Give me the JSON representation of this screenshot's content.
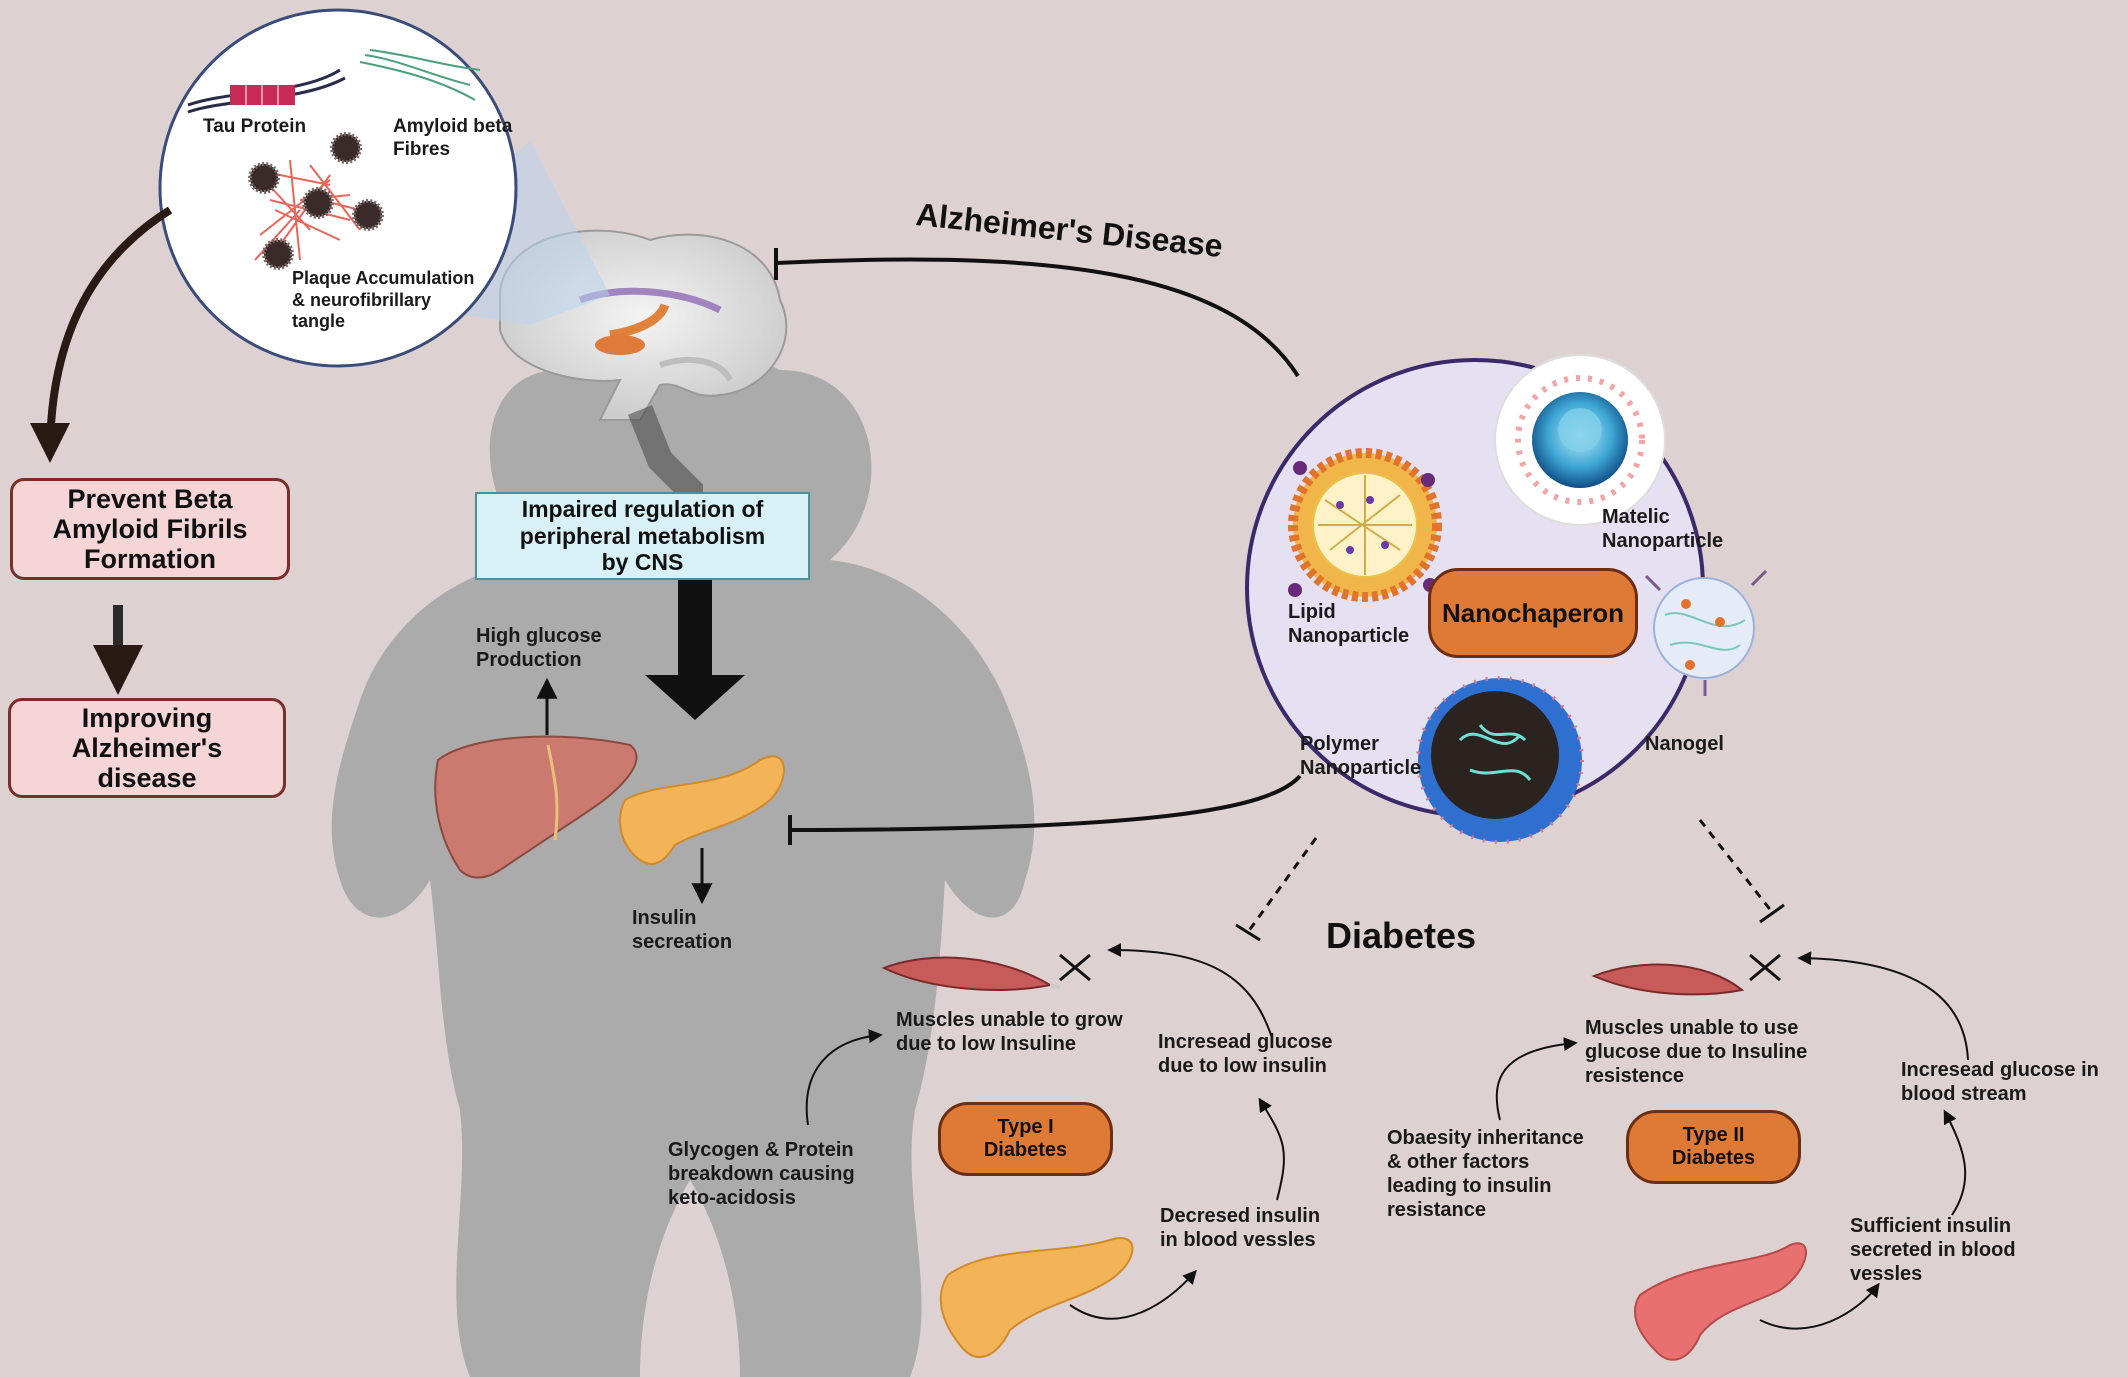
{
  "brain_inset": {
    "tau_label": "Tau Protein",
    "amyloid_label": "Amyloid beta\nFibres",
    "plaque_label": "Plaque Accumulation\n& neurofibrillary\ntangle"
  },
  "left_flow": {
    "prevent": "Prevent Beta\nAmyloid Fibrils\nFormation",
    "improving": "Improving\nAlzheimer's\ndisease"
  },
  "body": {
    "impaired": "Impaired regulation of\nperipheral metabolism\nby CNS",
    "high_glucose": "High glucose\nProduction",
    "insulin_secretion": "Insulin\nsecreation"
  },
  "alzheimers_title": "Alzheimer's Disease",
  "nano": {
    "matelic": "Matelic\nNanoparticle",
    "lipid": "Lipid\nNanoparticle",
    "nanochaperon": "Nanochaperon",
    "polymer": "Polymer\nNanoparticle",
    "nanogel": "Nanogel"
  },
  "diabetes_title": "Diabetes",
  "type1": {
    "label": "Type I\nDiabetes",
    "muscles": "Muscles unable to grow\ndue to low  Insuline",
    "increased": "Incresead glucose\ndue to low insulin",
    "glycogen": "Glycogen & Protein\nbreakdown causing\nketo-acidosis",
    "decreased": "Decresed insulin\nin blood vessles"
  },
  "type2": {
    "label": "Type II\nDiabetes",
    "muscles": "Muscles unable to use\nglucose  due to Insuline\nresistence",
    "increased": "Incresead glucose in\nblood stream",
    "obesity": "Obaesity inheritance\n& other factors\nleading to insulin\nresistance",
    "sufficient": "Sufficient insulin\nsecreted  in blood\nvessles"
  }
}
